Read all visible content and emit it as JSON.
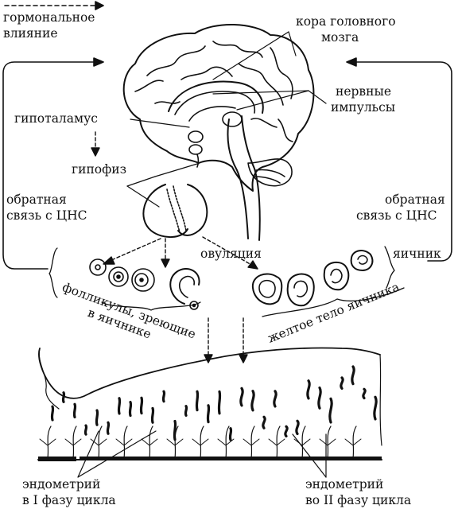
{
  "labels": {
    "hormonal": [
      "гормональное",
      "влияние"
    ],
    "cortex": [
      "кора головного",
      "мозга"
    ],
    "nerve": [
      "нервные",
      "импульсы"
    ],
    "hypothalamus": "гипоталамус",
    "pituitary": "гипофиз",
    "feedback_left": [
      "обратная",
      "связь с ЦНС"
    ],
    "feedback_right": [
      "обратная",
      "связь с ЦНС"
    ],
    "ovulation": "овуляция",
    "ovary": "яичник",
    "follicles": [
      "фолликулы, зреющие",
      "в яичнике"
    ],
    "corpus_luteum": "желтое тело яичника",
    "endo1": [
      "эндометрий",
      "в I фазу цикла"
    ],
    "endo2": [
      "эндометрий",
      "во II фазу цикла"
    ]
  }
}
